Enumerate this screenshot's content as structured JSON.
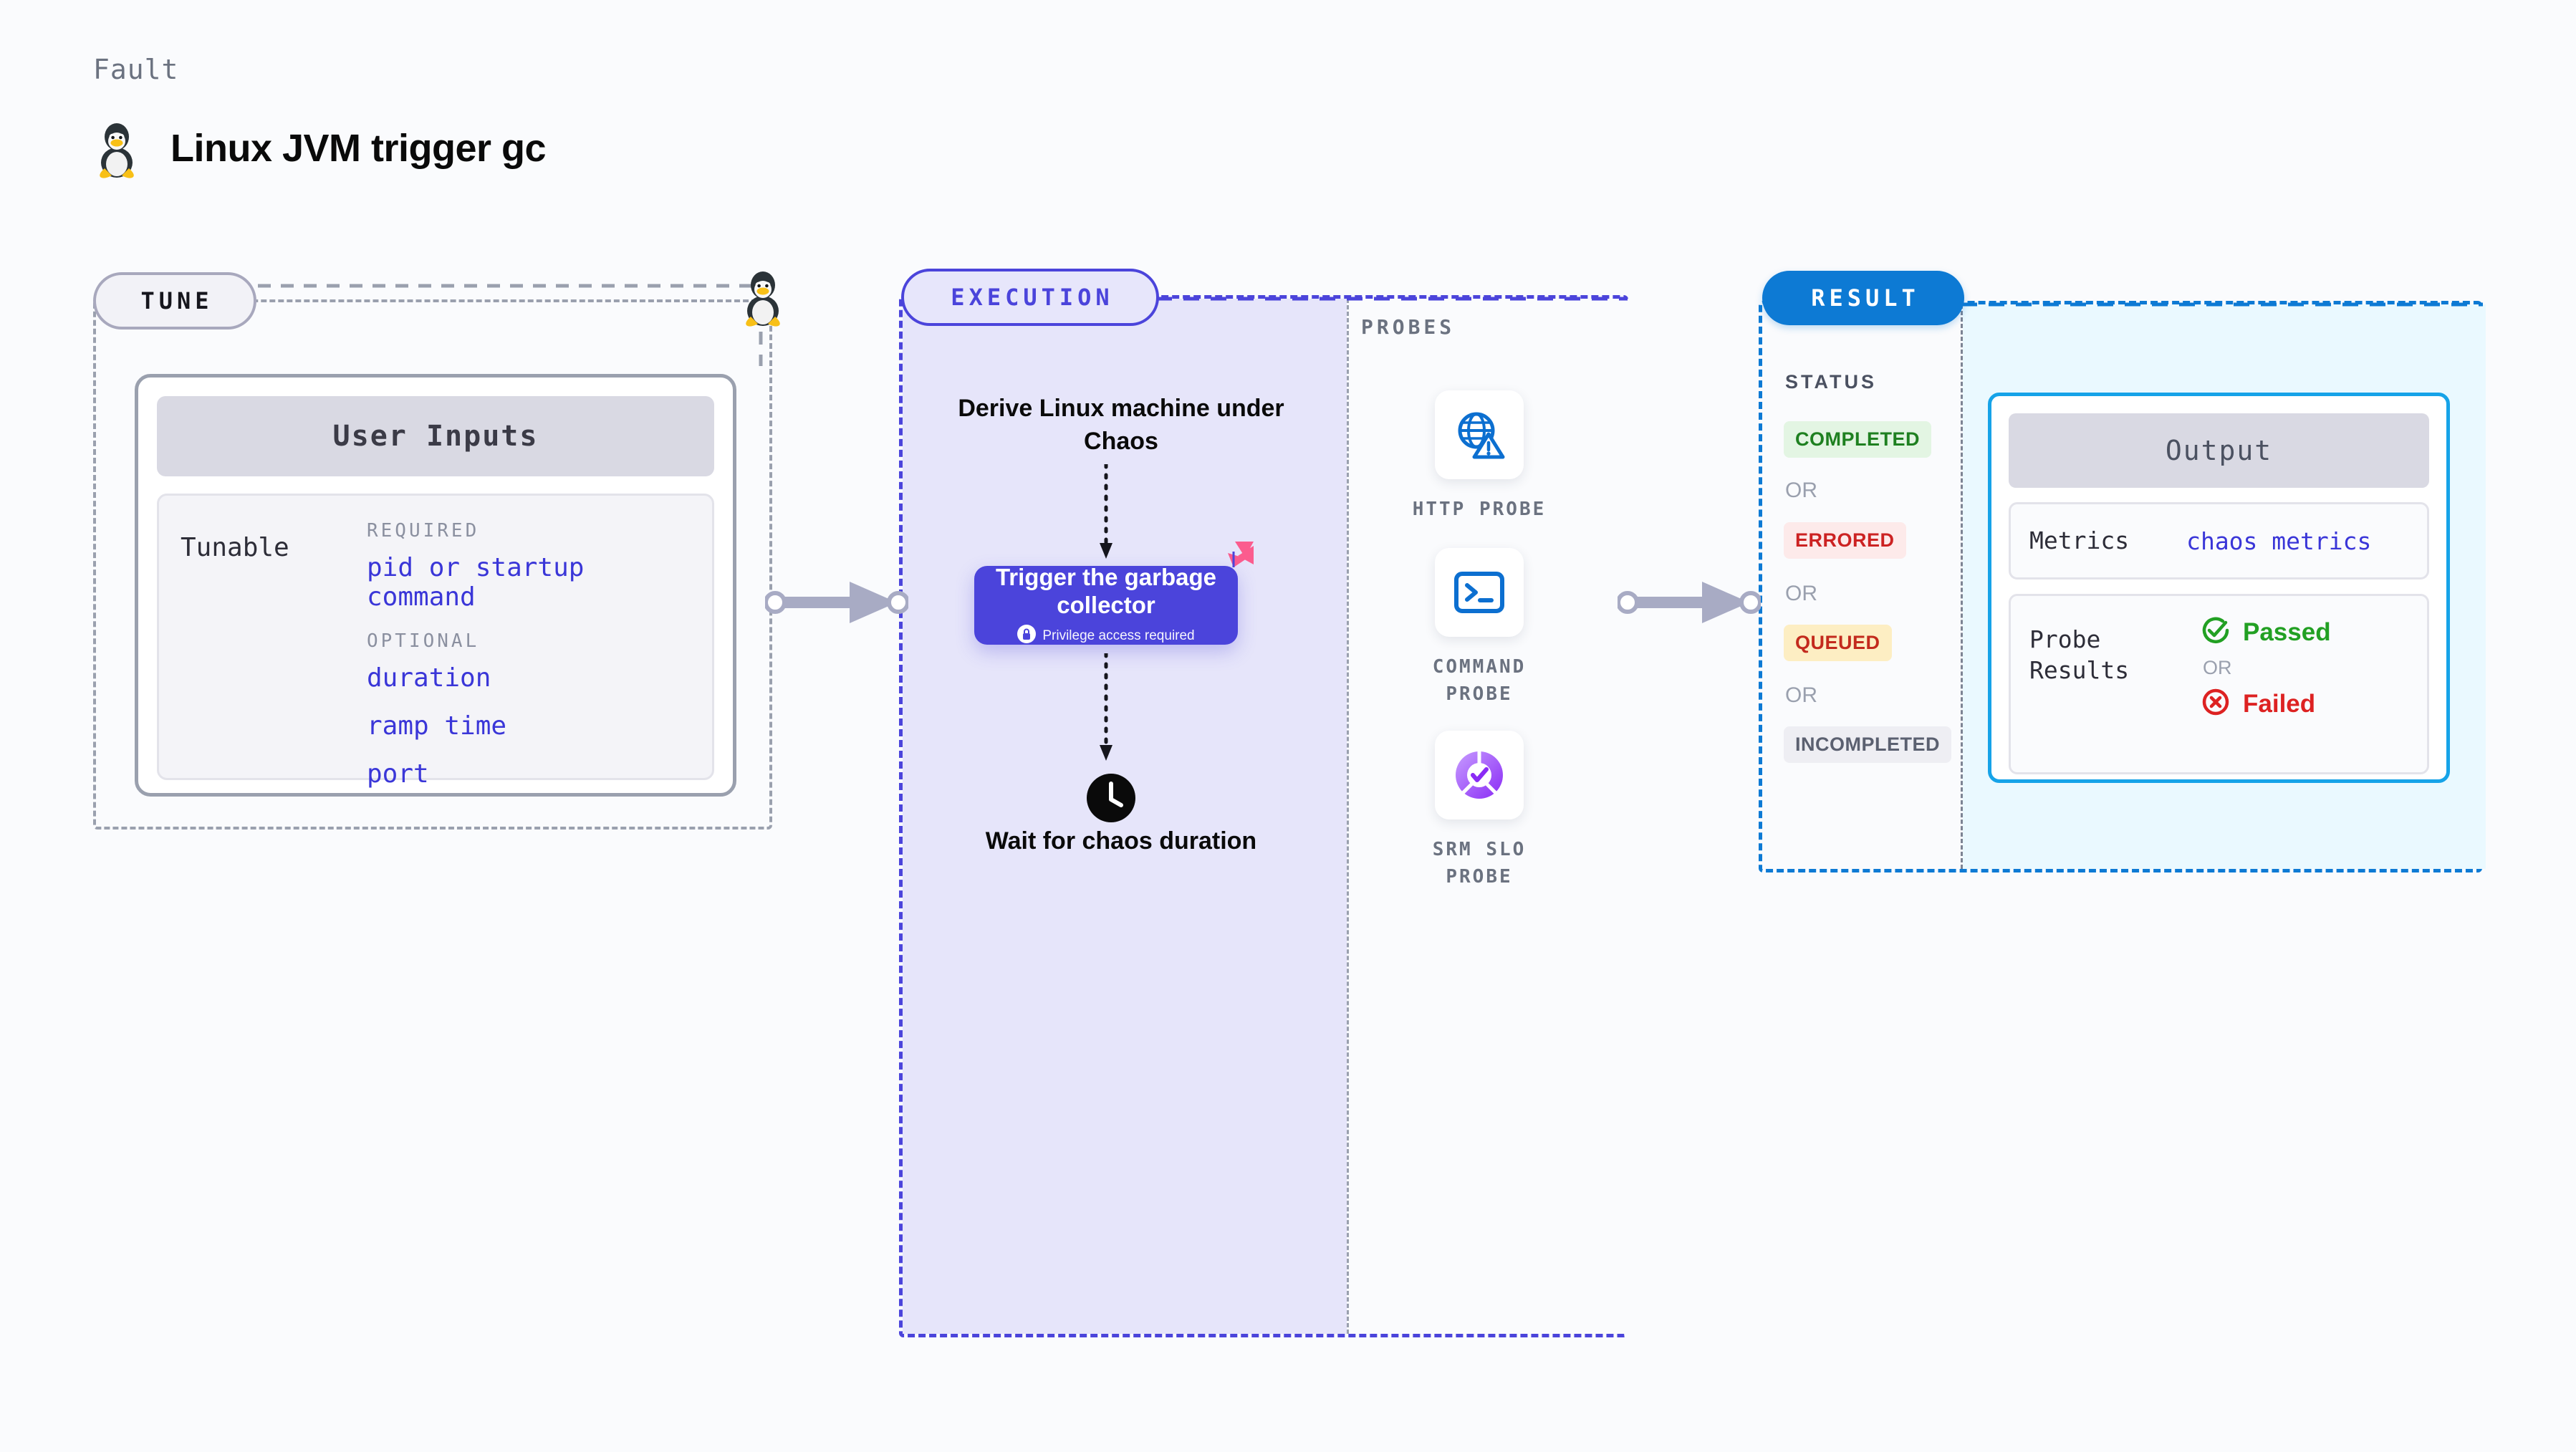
{
  "header": {
    "kicker": "Fault",
    "title": "Linux JVM trigger gc",
    "icon": "tux-penguin-icon"
  },
  "tune": {
    "pill_label": "TUNE",
    "card_title": "User Inputs",
    "tunable_label": "Tunable",
    "required_label": "REQUIRED",
    "required_params": [
      "pid or startup command"
    ],
    "optional_label": "OPTIONAL",
    "optional_params": [
      "duration",
      "ramp time",
      "port"
    ],
    "connector_icon": "tux-penguin-icon"
  },
  "execution": {
    "pill_label": "EXECUTION",
    "step_derive": "Derive Linux machine under Chaos",
    "gc_node": {
      "title": "Trigger the garbage collector",
      "privilege_note": "Privilege access required",
      "privilege_icon": "lock-icon",
      "badge_icon": "chaos-pinwheel-icon",
      "color": "#4b44db"
    },
    "wait_step": {
      "label": "Wait for chaos duration",
      "icon": "clock-icon"
    }
  },
  "probes": {
    "section_label": "PROBES",
    "items": [
      {
        "label": "HTTP PROBE",
        "icon": "globe-warning-icon",
        "color": "#0c6fd0"
      },
      {
        "label": "COMMAND PROBE",
        "icon": "terminal-icon",
        "color": "#0c6fd0"
      },
      {
        "label": "SRM SLO PROBE",
        "icon": "slo-donut-check-icon",
        "color": "#9b4dfb"
      }
    ]
  },
  "result": {
    "pill_label": "RESULT",
    "status_label": "STATUS",
    "or_label": "OR",
    "statuses": [
      {
        "label": "COMPLETED",
        "bg": "#e3f5e3",
        "fg": "#1e8020"
      },
      {
        "label": "ERRORED",
        "bg": "#fdeaea",
        "fg": "#cc2222"
      },
      {
        "label": "QUEUED",
        "bg": "#fdeec3",
        "fg": "#c32a1d"
      },
      {
        "label": "INCOMPLETED",
        "bg": "#eeeef3",
        "fg": "#5b6070"
      }
    ],
    "output": {
      "title": "Output",
      "metrics_key": "Metrics",
      "metrics_value": "chaos metrics",
      "probe_results_key": "Probe Results",
      "passed_label": "Passed",
      "passed_icon": "check-circle-icon",
      "failed_label": "Failed",
      "failed_icon": "x-circle-icon",
      "or_label": "OR"
    }
  }
}
